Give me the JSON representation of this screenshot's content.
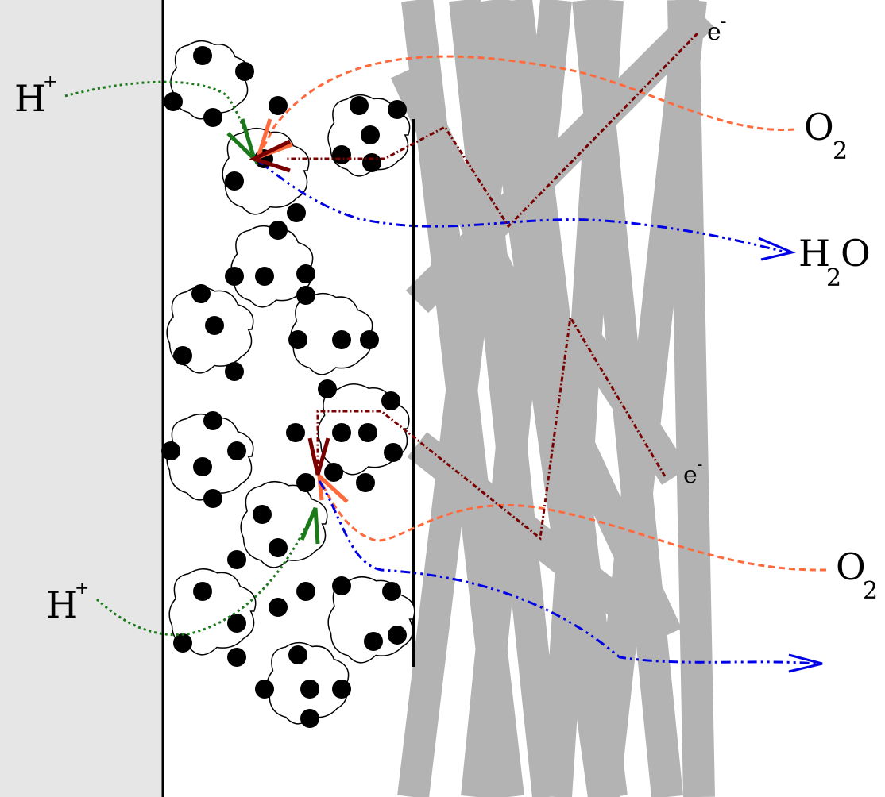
{
  "labels": {
    "proton": "H",
    "proton_sup": "+",
    "oxygen": "O",
    "oxygen_sub": "2",
    "water_h": "H",
    "water_sub": "2",
    "water_o": "O",
    "electron": "e",
    "electron_sup": "-"
  },
  "colors": {
    "membrane": "#e6e6e6",
    "fiber": "#b3b3b3",
    "proton_path": "#1a7a1a",
    "oxygen_path": "#ff6a3d",
    "water_path": "#0000e6",
    "electron_path": "#7a0000",
    "particle": "#000000",
    "agglomerate_outline": "#000000"
  }
}
